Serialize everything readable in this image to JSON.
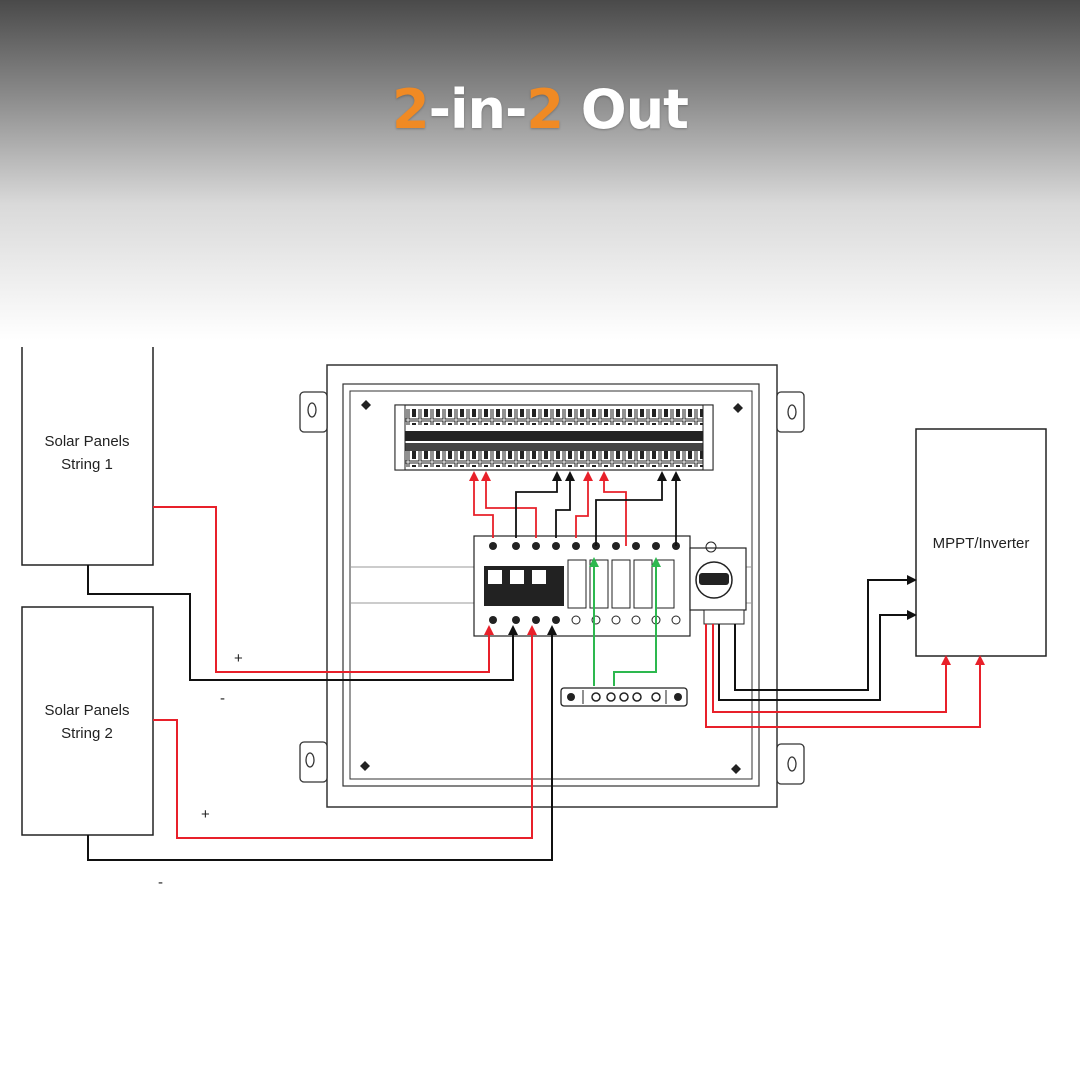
{
  "title": {
    "part1": "2",
    "part2": "-in-",
    "part3": "2",
    "part4": " Out"
  },
  "colors": {
    "accent": "#f08a24",
    "positive_wire": "#e8202a",
    "negative_wire": "#111111",
    "ground_wire": "#2db84f"
  },
  "diagram": {
    "string1": {
      "line1": "Solar Panels",
      "line2": "String 1"
    },
    "string2": {
      "line1": "Solar Panels",
      "line2": "String 2"
    },
    "inverter": {
      "label": "MPPT/Inverter"
    },
    "string1_plus": "+",
    "string1_minus": "-",
    "string2_plus": "+",
    "string2_minus": "-"
  }
}
